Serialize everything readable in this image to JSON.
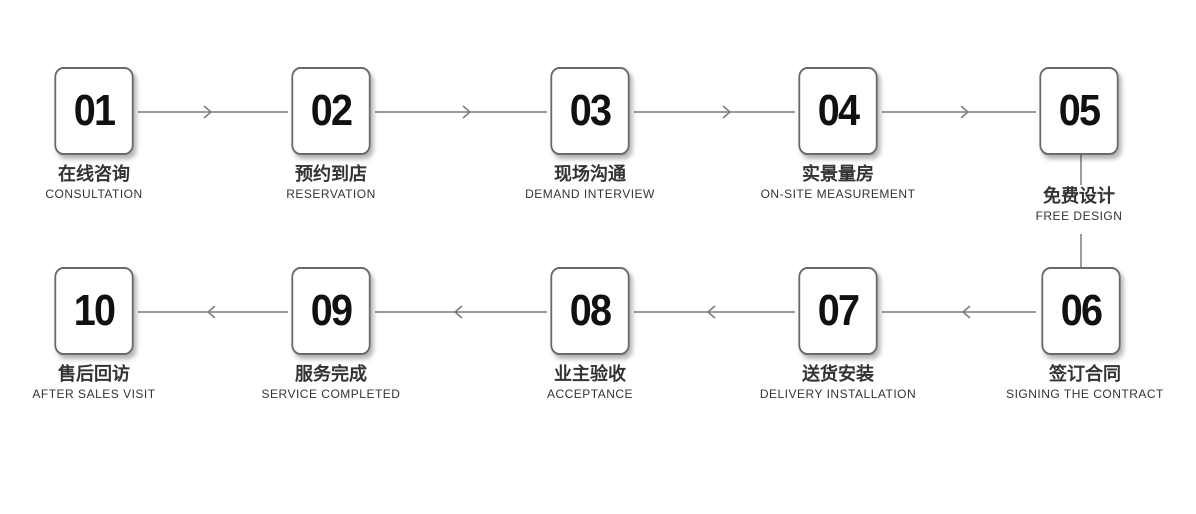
{
  "steps": [
    {
      "num": "01",
      "cn": "在线咨询",
      "en": "CONSULTATION"
    },
    {
      "num": "02",
      "cn": "预约到店",
      "en": "RESERVATION"
    },
    {
      "num": "03",
      "cn": "现场沟通",
      "en": "DEMAND INTERVIEW"
    },
    {
      "num": "04",
      "cn": "实景量房",
      "en": "ON-SITE MEASUREMENT"
    },
    {
      "num": "05",
      "cn": "免费设计",
      "en": "FREE DESIGN"
    },
    {
      "num": "06",
      "cn": "签订合同",
      "en": "SIGNING THE CONTRACT"
    },
    {
      "num": "07",
      "cn": "送货安装",
      "en": "DELIVERY INSTALLATION"
    },
    {
      "num": "08",
      "cn": "业主验收",
      "en": "ACCEPTANCE"
    },
    {
      "num": "09",
      "cn": "服务完成",
      "en": "SERVICE COMPLETED"
    },
    {
      "num": "10",
      "cn": "售后回访",
      "en": "AFTER SALES VISIT"
    }
  ],
  "colors": {
    "connector": "#7a7a7a",
    "box_border": "#6a6a6a",
    "number": "#111111",
    "label": "#333333"
  }
}
